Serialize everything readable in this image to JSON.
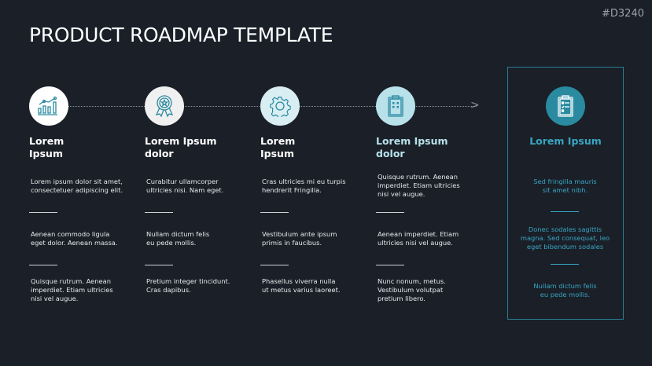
{
  "code": "#D3240",
  "title": "PRODUCT ROADMAP TEMPLATE",
  "colors": {
    "bg": "#1a1f28",
    "accent": "#3aa6c2",
    "box_border": "#2a7f91"
  },
  "columns": [
    {
      "icon": "chart-growth-icon",
      "circle": "#ffffff",
      "heading": "Lorem\nIpsum",
      "texts": [
        "Lorem ipsum dolor sit amet,\nconsectetuer adipiscing elit.",
        "Aenean commodo ligula\neget dolor. Aenean massa.",
        "Quisque rutrum. Aenean\nimperdiet. Etiam ultricies\nnisi vel augue."
      ]
    },
    {
      "icon": "award-badge-icon",
      "circle": "#f0f0f0",
      "heading": "Lorem Ipsum\ndolor",
      "texts": [
        "Curabitur ullamcorper\nultricies nisi. Nam eget.",
        "Nullam dictum felis\neu pede mollis.",
        "Pretium integer tincidunt.\nCras dapibus."
      ]
    },
    {
      "icon": "gear-icon",
      "circle": "#d9eef3",
      "heading": "Lorem\nIpsum",
      "texts": [
        "Cras ultricies mi eu turpis\nhendrerit Fringilla.",
        "Vestibulum ante ipsum\nprimis in faucibus.",
        "Phasellus viverra nulla\nut metus varius laoreet."
      ]
    },
    {
      "icon": "clipboard-icon",
      "circle": "#b8e1ea",
      "heading": "Lorem Ipsum\ndolor",
      "texts": [
        "Quisque rutrum. Aenean\nimperdiet. Etiam ultricies\nnisi vel augue.",
        "Aenean imperdiet. Etiam\nultricies nisi vel augue.",
        "Nunc nonum, metus.\nVestibulum volutpat\npretium libero."
      ]
    }
  ],
  "highlight": {
    "icon": "checklist-icon",
    "circle": "#2a8aa0",
    "heading": "Lorem Ipsum",
    "texts": [
      "Sed fringilla mauris\nsit amet nibh.",
      "Donec sodales sagittis\nmagna. Sed consequat, leo\neget bibendum sodales",
      "Nullam dictum felis\neu pede mollis."
    ]
  }
}
